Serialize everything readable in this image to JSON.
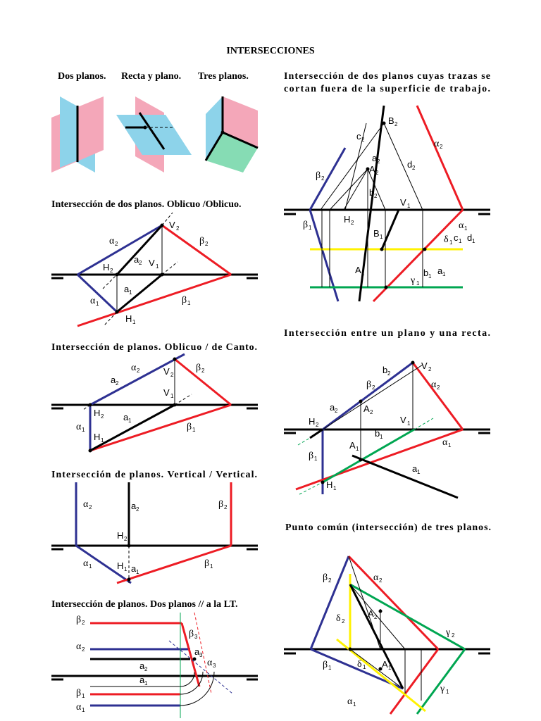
{
  "title": "INTERSECCIONES",
  "headings": {
    "h1": "Dos planos.",
    "h2": "Recta y plano.",
    "h3": "Tres planos.",
    "h4a": "Intersección de dos planos cuyas trazas se",
    "h4b": "cortan fuera de la superficie de trabajo.",
    "h5": "Intersección de dos planos. Oblicuo /Oblicuo.",
    "h6": "Intersección de planos. Oblicuo / de Canto.",
    "h7": "Intersección de planos. Vertical / Vertical.",
    "h8": "Intersección de planos. Dos planos // a la LT.",
    "h9": "Intersección entre un plano y una recta.",
    "h10": "Punto común (intersección) de tres planos."
  },
  "colors": {
    "pink": "#f4a7b9",
    "cyan": "#8dd3ea",
    "mint": "#86dcb4",
    "blue": "#2e3192",
    "red": "#ed1c24",
    "green": "#00a651",
    "yellow": "#fff200",
    "black": "#000000"
  }
}
